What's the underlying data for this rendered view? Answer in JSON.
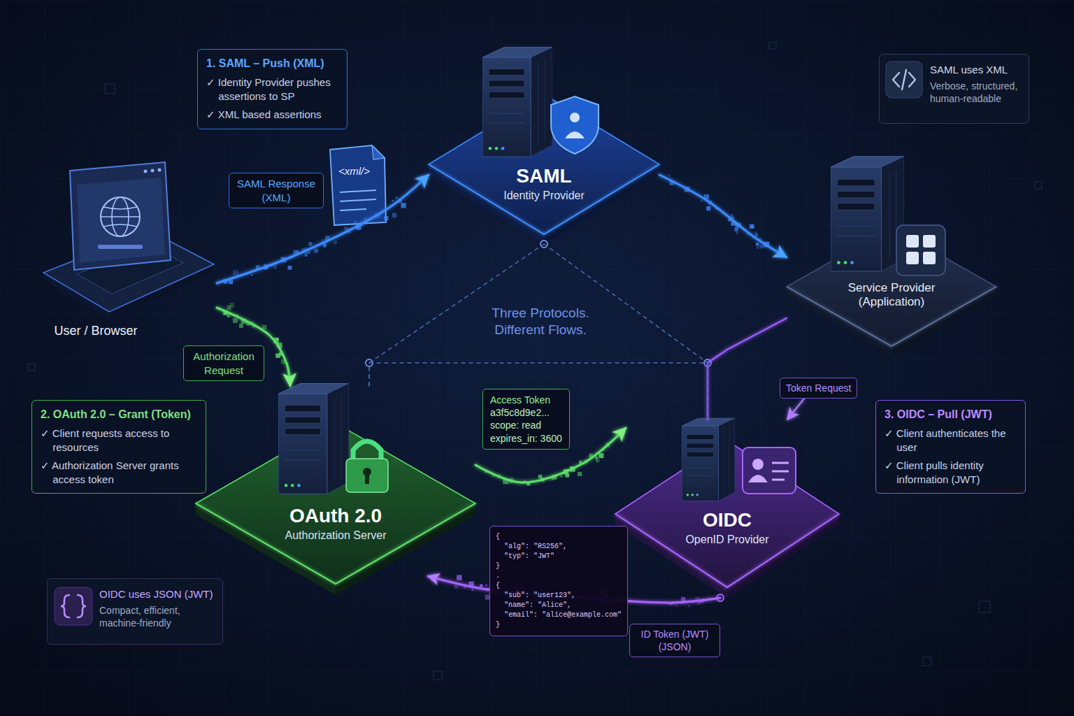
{
  "diagram": {
    "nodes": [
      {
        "text": [
          "1. SAML – Push (XML)",
          "✓ Identity Provider pushes assertions to SP",
          "✓ XML based assertions"
        ]
      },
      {
        "text": [
          "SAML",
          "Identity Provider"
        ]
      },
      {
        "text": [
          "SAML uses XML",
          "Verbose, structured, human-readable"
        ]
      },
      {
        "text": [
          "SAML Response (XML)"
        ]
      },
      {
        "text": [
          "User / Browser"
        ]
      },
      {
        "text": [
          "Service Provider (Application)"
        ]
      },
      {
        "text": [
          "Authorization Request"
        ]
      },
      {
        "text": [
          "Access Token",
          "a3f5c8d9e2...",
          "scope: read",
          "expires_in: 3600"
        ]
      },
      {
        "text": [
          "Token Request"
        ]
      },
      {
        "text": [
          "2. OAuth 2.0 – Grant (Token)",
          "✓ Client requests access to resources",
          "✓ Authorization Server grants access token"
        ]
      },
      {
        "text": [
          "3. OIDC – Pull (JWT)",
          "✓ Client authenticates the user",
          "✓ Client pulls identity information (JWT)"
        ]
      },
      {
        "text": [
          "OAuth 2.0",
          "Authorization Server"
        ]
      },
      {
        "text": [
          "OIDC",
          "OpenID Provider"
        ]
      },
      {
        "text": [
          "{",
          "\"alg\": \"RS256\",",
          "\"typ\": \"JWT\"",
          "}",
          ".",
          "{",
          "\"sub\": \"user123\",",
          "\"name\": \"Alice\",",
          "\"email\": \"alice@example.com\"",
          "}"
        ]
      },
      {
        "text": [
          "ID Token (JWT) (JSON)"
        ]
      },
      {
        "text": [
          "OIDC uses JSON (JWT)",
          "Compact, efficient, machine-friendly"
        ]
      }
    ],
    "edges": [
      {
        "from": 4,
        "to": 1,
        "arrow": "to"
      },
      {
        "from": 1,
        "to": 5,
        "arrow": "to"
      },
      {
        "from": 4,
        "to": 11,
        "arrow": "to"
      },
      {
        "from": 11,
        "to": 12,
        "arrow": "to"
      },
      {
        "from": 5,
        "to": 12,
        "arrow": "none"
      },
      {
        "from": 8,
        "to": 12,
        "arrow": "to"
      },
      {
        "from": 12,
        "to": 11,
        "arrow": "to"
      },
      {
        "from": 1,
        "to": 11,
        "arrow": "none"
      },
      {
        "from": 1,
        "to": 12,
        "arrow": "none"
      },
      {
        "from": 11,
        "to": 12,
        "arrow": "none"
      }
    ],
    "labels": [
      "<xml/>",
      "Three Protocols. Different Flows."
    ]
  }
}
